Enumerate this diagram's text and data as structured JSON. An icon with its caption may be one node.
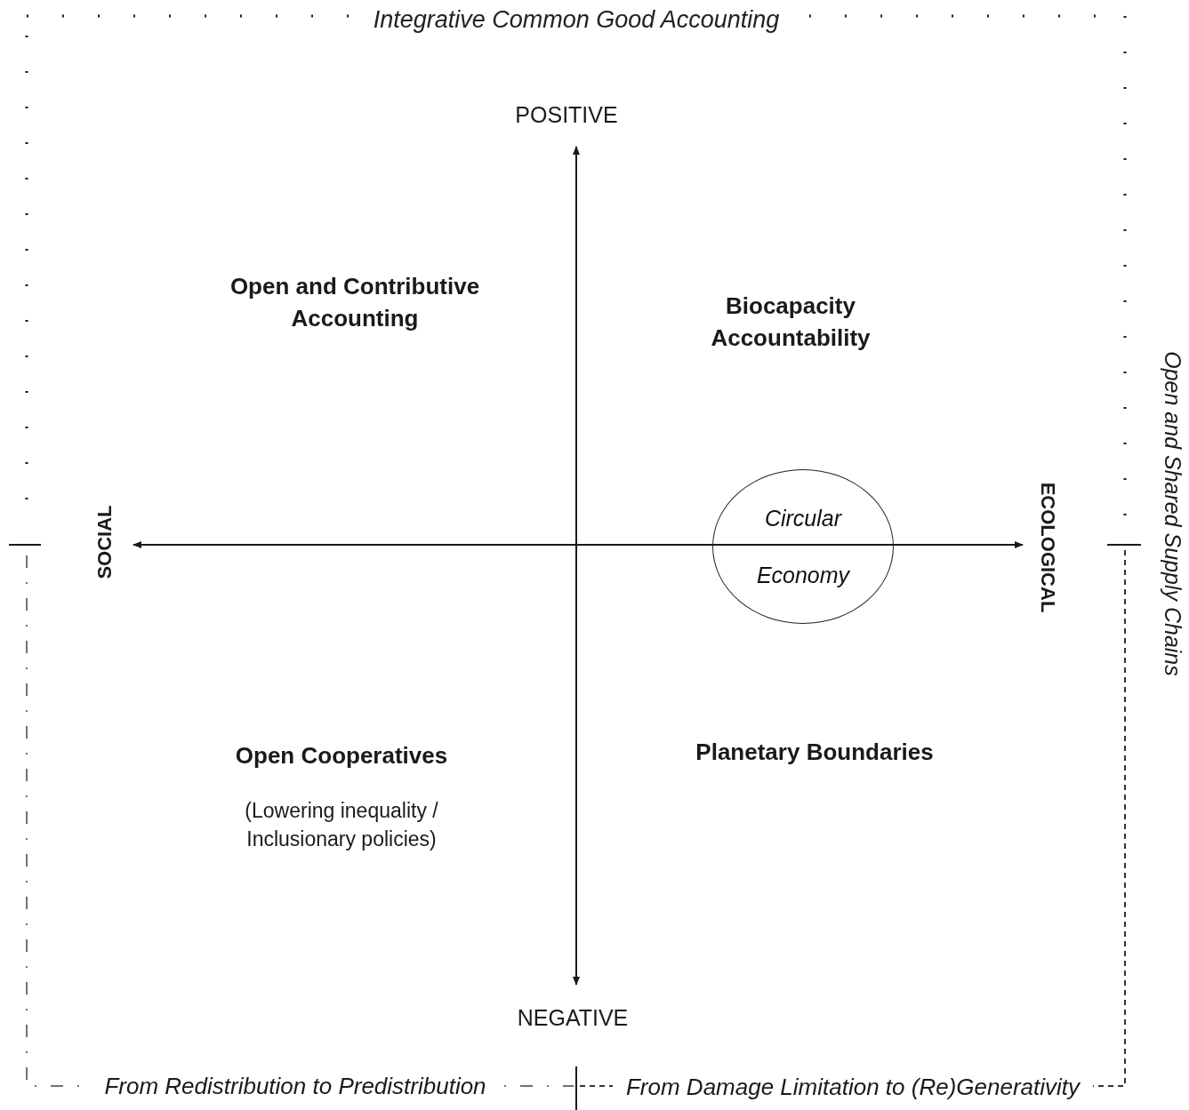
{
  "diagram": {
    "title": "Integrative Common Good Accounting",
    "nodes": [
      {
        "text": [
          "Circular",
          "Economy"
        ]
      }
    ],
    "labels": [
      "POSITIVE",
      "Open and Contributive Accounting",
      "Biocapacity Accountability",
      "SOCIAL",
      "ECOLOGICAL",
      "Open and Shared Supply Chains",
      "Open Cooperatives",
      "(Lowering inequality / Inclusionary policies)",
      "Planetary Boundaries",
      "NEGATIVE",
      "From Redistribution to Predistribution",
      "From Damage Limitation to (Re)Generativity"
    ]
  }
}
